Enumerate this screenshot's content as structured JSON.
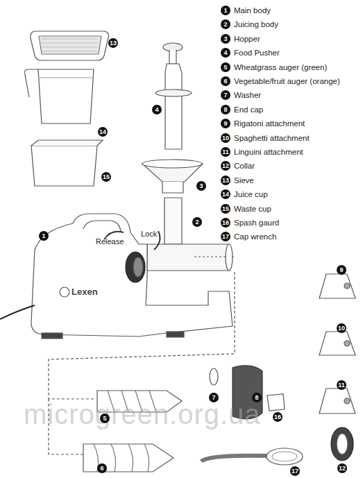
{
  "diagram": {
    "labels": [
      "1",
      "Main body",
      "2",
      "Juicing body",
      "3",
      "Hopper",
      "4",
      "Food Pusher",
      "5",
      "Wheatgrass auger (green)",
      "6",
      "Vegetable/fruit auger (orange)",
      "7",
      "Washer",
      "8",
      "End cap",
      "9",
      "Rigatoni attachment",
      "10",
      "Spaghetti attachment",
      "11",
      "Linguini attachment",
      "12",
      "Collar",
      "13",
      "Sieve",
      "14",
      "Juice cup",
      "15",
      "Waste cup",
      "16",
      "Spash gaurd",
      "17",
      "Cap wrench",
      "Release",
      "Lock",
      "Lexen",
      "13",
      "14",
      "15",
      "4",
      "3",
      "2",
      "1",
      "9",
      "10",
      "11",
      "7",
      "8",
      "5",
      "16",
      "6",
      "12",
      "17",
      "microgreen.org.ua"
    ]
  }
}
